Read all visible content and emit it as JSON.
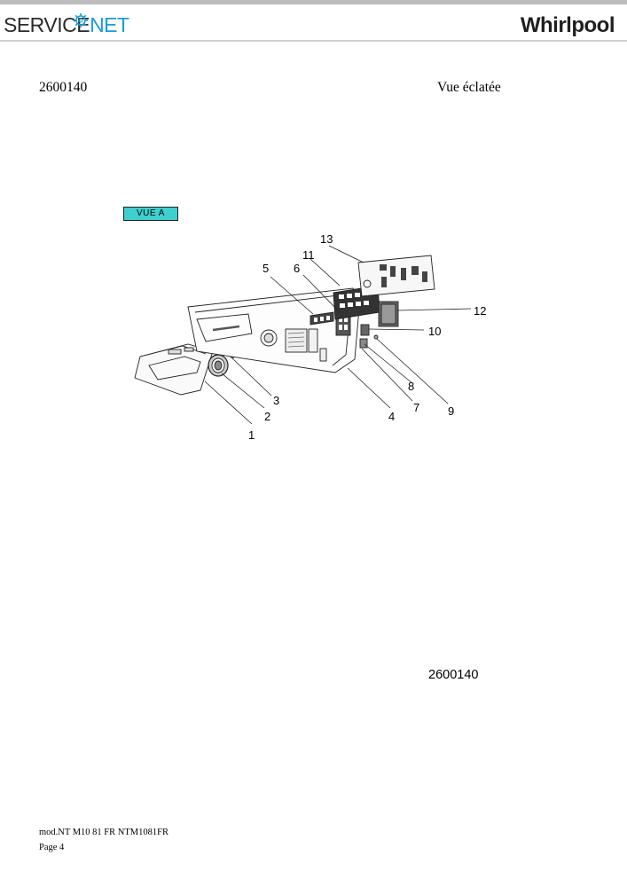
{
  "header": {
    "brand_left_a": "SERVICE",
    "brand_left_b": "NET",
    "brand_right": "Whirlpool"
  },
  "document": {
    "number": "2600140",
    "title": "Vue éclatée",
    "view_label": "VUE A",
    "bottom_number": "2600140"
  },
  "diagram": {
    "callouts": [
      "1",
      "2",
      "3",
      "4",
      "5",
      "6",
      "7",
      "8",
      "9",
      "10",
      "11",
      "12",
      "13"
    ]
  },
  "footer": {
    "model": "mod.NT M10 81 FR NTM1081FR",
    "page": "Page 4"
  },
  "colors": {
    "view_tag_bg": "#3fcfcf",
    "servicenet_accent": "#1a9ed8"
  }
}
